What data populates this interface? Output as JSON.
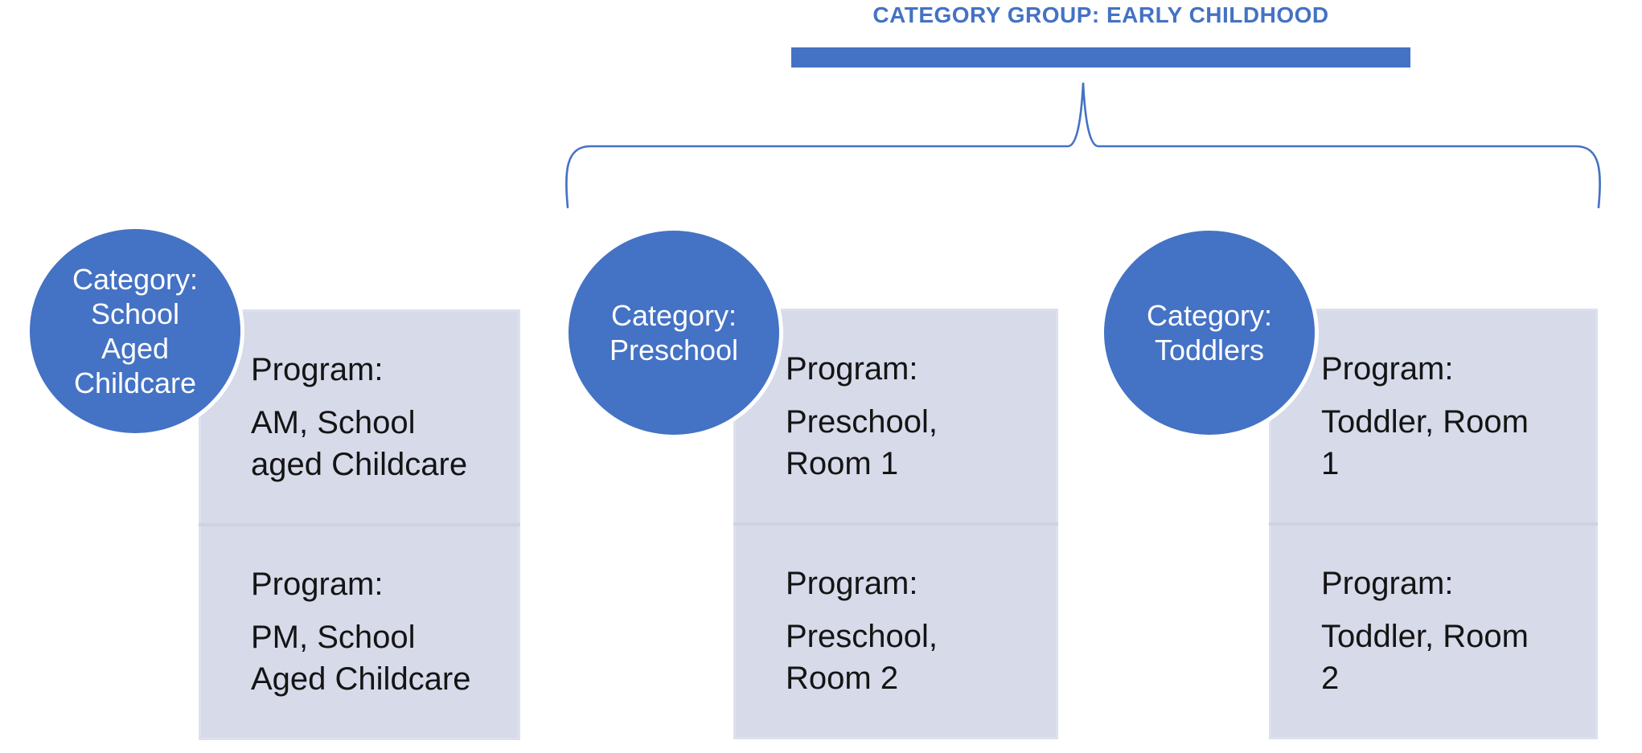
{
  "colors": {
    "accent-blue": "#4472C4",
    "box-fill": "#D6DAE9",
    "box-rim": "#DDE1EE",
    "divider": "#CDD2E4",
    "circle-text": "#FFFFFF",
    "body-text": "#141414",
    "background": "#FFFFFF"
  },
  "group": {
    "title": "CATEGORY GROUP: EARLY CHILDHOOD"
  },
  "columns": [
    {
      "category_label": "Category:\nSchool\nAged\nChildcare",
      "programs": [
        {
          "label": "Program:",
          "value": "AM, School\naged Childcare"
        },
        {
          "label": "Program:",
          "value": "PM, School\nAged Childcare"
        }
      ]
    },
    {
      "category_label": "Category:\nPreschool",
      "programs": [
        {
          "label": "Program:",
          "value": "Preschool,\nRoom 1"
        },
        {
          "label": "Program:",
          "value": "Preschool,\nRoom 2"
        }
      ]
    },
    {
      "category_label": "Category:\nToddlers",
      "programs": [
        {
          "label": "Program:",
          "value": "Toddler, Room\n1"
        },
        {
          "label": "Program:",
          "value": "Toddler, Room\n2"
        }
      ]
    }
  ]
}
